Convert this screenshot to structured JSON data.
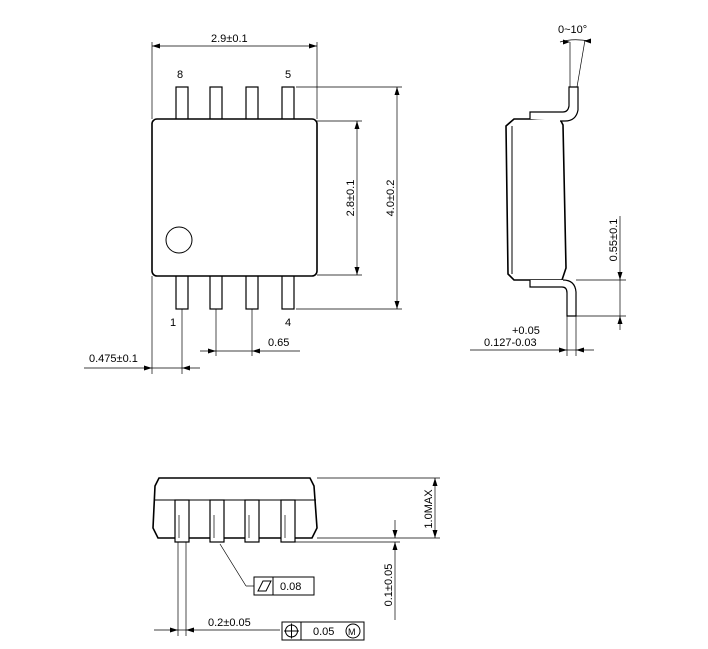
{
  "top_view": {
    "width_label": "2.9±0.1",
    "pin_8": "8",
    "pin_5": "5",
    "pin_1": "1",
    "pin_4": "4",
    "body_length_label": "2.8±0.1",
    "total_length_label": "4.0±0.2",
    "pitch_label": "0.65",
    "pin_offset_label": "0.475±0.1"
  },
  "side_view": {
    "angle_label": "0~10°",
    "lead_length_label": "0.55±0.1",
    "thickness_tol_label": "+0.05",
    "thickness_label": "0.127-0.03"
  },
  "end_view": {
    "height_label": "1.0MAX",
    "standoff_label": "0.1±0.05",
    "lead_width_label": "0.2±0.05",
    "flatness_value": "0.08",
    "position_value": "0.05",
    "modifier_label": "M"
  }
}
